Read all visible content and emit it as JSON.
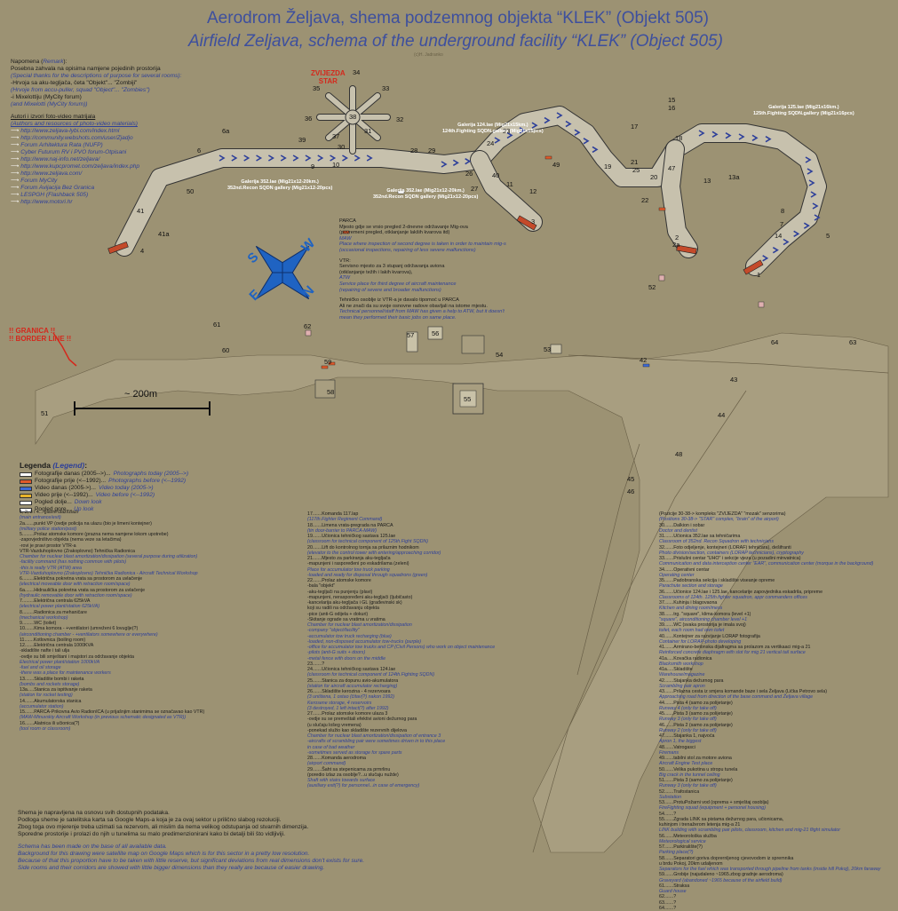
{
  "title": {
    "hr": "Aerodrom Željava, shema podzemnog objekta “KLEK” (Objekt 505)",
    "en": "Airfield Zeljava, schema of the underground facility “KLEK” (Object 505)",
    "author": "(c)H. Jadranko"
  },
  "remark": {
    "head_hr": "Napomena",
    "head_en": "Remark",
    "lines": [
      "Posebna zahvala na opisima namjene pojedinih prostorija",
      "(Special thanks for the descriptions of purpose for several rooms):",
      "-Hrvoja sa aku-tegljača, četa \"Objekt\"... \"Zombiji\"",
      "(Hrvoje from accu-puller, squad \"Object\"... \"Zombies\")",
      "-i Mixelottiju (MyCity forum)",
      "(and Mixelotti (MyCity forum))"
    ]
  },
  "authors": {
    "head": "Autori i izvori foto-video matrijala",
    "head_en": "(Authors and resources of photo-video materials)",
    "items": [
      "http://www.zeljava-lybi.com/index.html",
      "http://community.webshots.com/user/Zjadjo",
      "Forum Arhitektura Rata (NUFP)",
      "Cyber Futurum RV i PVO forum-Otpisani",
      "http://www.naj-info.net/zeljava/",
      "http://www.kupcpromet.com/zeljava/index.php",
      "http://www.zeljava.com/",
      "Forum MyCity",
      "Forum Avijacija Bez Granica",
      "LESPGH (Flashback 505)",
      "http://www.motori.hr"
    ]
  },
  "map": {
    "star": [
      "ZVIJEZDA",
      "STAR"
    ],
    "border": [
      "!! GRANICA !!",
      "!! BORDER LINE !!"
    ],
    "scale": "~ 200m",
    "compass": {
      "n": "N",
      "s": "S",
      "e": "E",
      "w": "W"
    },
    "gallery_124": [
      "Galerija 124.lae (Mig21x15km.)",
      "124th.Fighting SQDN.gallery (Mig21x15pcs)"
    ],
    "gallery_125": [
      "Galerija 125.lae (Mig21x16km.)",
      "125th.Fighting SQDN.gallery (Mig21x16pcs)"
    ],
    "gallery_352a": [
      "Galerija 352.lae (Mig21x12-20km.)",
      "352nd.Recon SQDN gallery (Mig21x12-20pcs)"
    ],
    "gallery_352b": [
      "Galerija 352.lae (Mig21x12-20km.)",
      "352nd.Recon SQDN gallery (Mig21x12-20pcs)"
    ],
    "numbers": [
      "1",
      "2",
      "2a",
      "3",
      "4",
      "5",
      "6",
      "6a",
      "7",
      "8",
      "9",
      "10",
      "11",
      "12",
      "13",
      "13a",
      "14",
      "15",
      "16",
      "17",
      "18",
      "19",
      "20",
      "21",
      "22",
      "23",
      "24",
      "25",
      "26",
      "27",
      "28",
      "29",
      "30",
      "31",
      "32",
      "33",
      "34",
      "35",
      "36",
      "37",
      "38",
      "39",
      "40",
      "41",
      "41a",
      "42",
      "43",
      "44",
      "45",
      "46",
      "47",
      "48",
      "49",
      "50",
      "51",
      "52",
      "53",
      "54",
      "55",
      "56",
      "57",
      "58",
      "59",
      "60",
      "61",
      "62",
      "63",
      "64"
    ]
  },
  "parca": {
    "lines_hr": [
      "PARCA",
      "Mjesto gdje se vrsio pregled 2-dnevne održavanje Mig-ova",
      "(povremeni pregled, otklanjanje lakših kvarova itd)"
    ],
    "lines_en": [
      "MAW",
      "Place where inspection of second degree is taken in order to maintain mig-s",
      "(occasional inspections, repairing of less severe malfunctions)"
    ],
    "vtr_hr": [
      "VTR:",
      "Servisno mjesto za 3 stupanj održavanja aviona",
      "(otklanjanje težih i lakih kvarova),"
    ],
    "vtr_en": [
      "ATW",
      "Service place for third degree of aircraft maintenance",
      "(repairing of severe and broader malfunctions)"
    ],
    "tech_hr": [
      "Tehničko osoblje iz VTR-a je davalo tipomoć u PARCA",
      "Ali ne znači da su svoje osnovne radove obavljali na istome mjestu."
    ],
    "tech_en": [
      "Technical personnel/staff from MAW has given a help to ATW, but it doesn't",
      "mean they performed their basic jobs on same place."
    ]
  },
  "legend": {
    "head": "Legenda",
    "head_en": "(Legend)",
    "items": [
      {
        "hr": "Fotografije danas (2005-->)",
        "en": "Photographs today (2005-->)",
        "color": "#ffffff"
      },
      {
        "hr": "Fotografije prije (<--1992)",
        "en": "Photographs before (<--1992)",
        "color": "#e05a2a"
      },
      {
        "hr": "Video danas (2005->)",
        "en": "Video today (2005->)",
        "color": "#3d6ad6"
      },
      {
        "hr": "Video prije (<--1992)",
        "en": "Video before (<--1992)",
        "color": "#e8b42a"
      },
      {
        "hr": "Pogled dolje",
        "en": "Down look",
        "color": "#ffffff"
      },
      {
        "hr": "Pogled gore",
        "en": "Up look",
        "color": "#ffffff"
      }
    ]
  },
  "col1": [
    {
      "t": "1, 2, 3 i 4... glavni ulaz/izlazi",
      "e": "(main entrance/exit)"
    },
    {
      "t": "2a.......punkt VP (ovdje policija na ulazu (bio je limeni kontejner)",
      "e": "(military police station/post)"
    },
    {
      "t": "5.........Prolaz atomske komore (prazna nema namjene lokom upotrebe)",
      "e": ""
    },
    {
      "t": "-zapovjedništvo objekta (nema veze sa letačima)",
      "e": ""
    },
    {
      "t": "-rovi je pravi prostor VTR-a",
      "e": ""
    },
    {
      "t": "VTR-Vazduhoplovno (Zrakoplovno) Tehnička Radionica",
      "e": "Chamber for nuclear blast amortization/dissipation (several purpose during utilization)"
    },
    {
      "t": "",
      "e": "-facility command (has nothing common with pilots)"
    },
    {
      "t": "",
      "e": "-this is really VTR (ATW) area"
    },
    {
      "t": "",
      "e": "VTR-Vazduhoplovno (Zrakoplovno) Tehnička Radionica - Aircraft Technical Workshop"
    },
    {
      "t": "6.........Električna pokretna vrata sa prostorom za uvlačenje",
      "e": "(electrical moveable door with retraction room/space)"
    },
    {
      "t": "6a.......Hidraulička pokretna vrata sa prostorom za uvlačenje",
      "e": "(hydraulic removable door with retraction room/space)"
    },
    {
      "t": "7.........Električna centrala 625kVA",
      "e": "(electrical power plant/station 625kVA)"
    },
    {
      "t": "8.........Radionica za mehaničare",
      "e": "(mechanical workshop)"
    },
    {
      "t": "9.........WC (toilet)",
      "e": ""
    },
    {
      "t": "10.......Kima komora - +ventilatori (umreženi 6 lovuglje(?)",
      "e": "(airconditioning chamber - +ventilators somewhere or everywhere)"
    },
    {
      "t": "11.......Kotlovnica (boiling room)",
      "e": ""
    },
    {
      "t": "12.......Električna centrala 1000KVA",
      "e": ""
    },
    {
      "t": "-skladište nafte i tali ulja",
      "e": ""
    },
    {
      "t": "-ovdje su bili smještani i majstori za održavanje objekta",
      "e": "Electrical power plant/station 1000kVA"
    },
    {
      "t": "",
      "e": "-fuel and oil storage"
    },
    {
      "t": "",
      "e": "-there was a place for maintenance workers"
    },
    {
      "t": "13.......Skladište bombi i raketa",
      "e": "(bombs and rockets storage)"
    },
    {
      "t": "13a.....Stanica za ispitivanje raketa",
      "e": "(station for rocket testing)"
    },
    {
      "t": "14.......Akumulatorska stanica",
      "e": "(accumulator station)"
    },
    {
      "t": "15.......PARCA-Prikovna Avio RadionICA (u prijašnjim stanimima se označavao kao VTR)",
      "e": "(MAW-Minuvskiy Aircraft Workshop (in previous schematic designated as VTR))"
    },
    {
      "t": "16.......Alatnica ili učionica(?)",
      "e": "(tool room or classroom)"
    }
  ],
  "col2": [
    {
      "t": "17.......Komanda 117.lap",
      "e": "(117th.Fighter Regiment Command)"
    },
    {
      "t": "18.......Limena vrata-pregrada na PARCA",
      "e": "(tin door-barrier to PARCA-MAW)"
    },
    {
      "t": "19.......Učionica tehničkog sastava 125.lae",
      "e": "(classroom for technical component of 125th.Fight SQDN)"
    },
    {
      "t": "20.......Lift do kontrolnog tornja sa prilaznim hodnikom",
      "e": "(elevator to the control tower with entering/approaching corridor)"
    },
    {
      "t": "21.......Mjesto za parkiranja aku-tegljača",
      "e": ""
    },
    {
      "t": "-mapunjeni i raspoređeni po eskadrilama (zeleni)",
      "e": ""
    },
    {
      "t": "",
      "e": "Place for accumulator tow truck parking"
    },
    {
      "t": "",
      "e": "-loaded and ready for disposal through squadrons (green)"
    },
    {
      "t": "22.......Prolaz atomske komore",
      "e": ""
    },
    {
      "t": "-bala \"objekt\"",
      "e": ""
    },
    {
      "t": "-aku-tegljači na punjenju (plavi)",
      "e": ""
    },
    {
      "t": "-mapunjeni, neraspoređeni aku-tegljači (ljubičasto)",
      "e": ""
    },
    {
      "t": "-kancelarija aku-tegljača i GL (građevinski sk)",
      "e": ""
    },
    {
      "t": "koji su radili na održavanju objekta",
      "e": ""
    },
    {
      "t": "-pice (anti-G odijela + dokuri)",
      "e": ""
    },
    {
      "t": "-Skitanje ograde sa vratima u vratima",
      "e": "Chamber for nuclear blast amortization/dissipation"
    },
    {
      "t": "",
      "e": "-company \"object/facility\""
    },
    {
      "t": "",
      "e": "-accumulator tow truck recharging (blue)"
    },
    {
      "t": "",
      "e": "-loaded, non-disposed accumulator tow-trucks (purple)"
    },
    {
      "t": "",
      "e": "-office for accumulator tow trucks and CP (Civil Persons) who work on object maintenance"
    },
    {
      "t": "",
      "e": "-pilots (anti-G suits + doors)"
    },
    {
      "t": "",
      "e": "-metal fence with doors on the middle"
    },
    {
      "t": "23.......?",
      "e": ""
    },
    {
      "t": "24.......Učionica tehničkog sastava 124.lae",
      "e": "(classroom for technical component of 124th.Fighting SQDN)"
    },
    {
      "t": "25.......Stanica za dopunu avio-akumulatora",
      "e": "(station for aircraft accumulator recharging)"
    },
    {
      "t": "26.......Skladište kerozina - 4 rezervoara",
      "e": "(3 uništena, 1 ostao (čitav(?) nakon 1992)"
    },
    {
      "t": "",
      "e": "Kerosene storage, 4 reservoirs"
    },
    {
      "t": "",
      "e": "(3 destroyed, 1 left intact(?) after 1992)"
    },
    {
      "t": "27.......Prolaz atomske komore ulaza 3",
      "e": ""
    },
    {
      "t": "-ovdje su se premeštali efektivi avioni dežurnog para",
      "e": ""
    },
    {
      "t": "(u slučaju lošeg vremena)",
      "e": ""
    },
    {
      "t": "-ponekad služio kao skladište rezervnih dijelova",
      "e": "Chamber for nuclear blast amortization/dissipation of entrance 3"
    },
    {
      "t": "",
      "e": "-aircrafts of scrambling pair were sometimes driven in to this place"
    },
    {
      "t": "",
      "e": "in case of bad weather"
    },
    {
      "t": "",
      "e": "-sometimes served as storage for spare parts"
    },
    {
      "t": "28.......Komanda aerodroma",
      "e": "(airport command)"
    },
    {
      "t": "29.......Šaht sa stepenicama za prmrlinu",
      "e": ""
    },
    {
      "t": "(poredio izlaz za osoblje?...u slučaju nužde)",
      "e": "Shaft with stairs towards surface"
    },
    {
      "t": "",
      "e": "(auxiliary exit(?) for personnel...in case of emergency)"
    }
  ],
  "col3": [
    {
      "t": "(Pozicije 30-38-> kompleks \"ZVIJEZDA\" \"mozak\" senzorima)",
      "e": "(Positions 30-38-> \"STAR\" complex, \"brain\" of the airport)"
    },
    {
      "t": "30.......Dalkion i sobar",
      "e": "Doctor and dentist"
    },
    {
      "t": "31.......Učionica 352.lae sa tehničarima",
      "e": "Classroom of 352nd. Recon Squadron with technicians"
    },
    {
      "t": "32.......Foto odjeljenje, kontejneri (LORAF) tehničara), dešifranti",
      "e": "Photo division/section, containers (LORAP technicians), cryptography"
    },
    {
      "t": "33.......Prislušni centar \"UHO\" i sekcije vjeza (u pozadini minvatnica)",
      "e": "Communication and data interception center \"EAR\", communication center (morque in the background)"
    },
    {
      "t": "34.......Operativni centar",
      "e": "Operating center"
    },
    {
      "t": "35.......Padobranska sekcija i skladište viseanje opreme",
      "e": "Parachute section and storage"
    },
    {
      "t": "36.......Učionice 124.lae i 125.lae, kancelarije zapovjednika eskadrila, pripreme",
      "e": "Classrooms of 124th. 125th.fighter squadron, appr commanders offices"
    },
    {
      "t": "37.......Kuhinja i blagovaona",
      "e": "Kitchen and dining room/mess"
    },
    {
      "t": "38.......trg. \"square\", klima-komora (level +1)",
      "e": "\"square\", airconditioning chamber level +1"
    },
    {
      "t": "39.......WC (svaka prostorija je imala svoj)",
      "e": "toilet, each room had own toilet"
    },
    {
      "t": "40.......Kontejner za razvijanje LORAP fotografija",
      "e": "Container for LORAP-photo developing"
    },
    {
      "t": "41.......Armirano-betonska dijafragma sa prolazom za vertikaaci mig-a 21",
      "e": "Reinforced concrete diaphragm with slot for mig 21 vertical tail surface"
    },
    {
      "t": "41a.....Kovačka radionica",
      "e": "Blacksmith workshop"
    },
    {
      "t": "41a.....Skladište",
      "e": "Warehouse/magazine"
    },
    {
      "t": "42.......Stajanka dežurnog para",
      "e": "Scrambling pair apron"
    },
    {
      "t": "43.......Prilazna cesta iz smjera komande baze i sela Željava (Lička Petrovo sela)",
      "e": "Approaching road from direction of the base command and Željava village"
    },
    {
      "t": "44.......Pista 4 (samo za polijetanje)",
      "e": "Runway 4 (only for take off)"
    },
    {
      "t": "45.......Pista 3 (samo za polijetanje)",
      "e": "Runway 3 (only for take off)"
    },
    {
      "t": "46.......Pista 2 (samo za polijetanje)",
      "e": "Runway 2 (only for take off)"
    },
    {
      "t": "47.......Stajanka 1, najvoća",
      "e": "Apron 1, the biggest"
    },
    {
      "t": "48.......Vatrogasci",
      "e": "Firemans"
    },
    {
      "t": "49.......tabilni stol za motore aviona",
      "e": "Aircraft Engine Test place"
    },
    {
      "t": "50.......Velika pukotina u stropu tunela",
      "e": "Big crack in the tunnel ceiling"
    },
    {
      "t": "51.......Pista 3 (samo za polijetanje)",
      "e": "Runway 3 (only for take off)"
    },
    {
      "t": "52.......Trafostanica",
      "e": "Substation"
    },
    {
      "t": "53.......ProtuPožarni vod (oprema + smještaj osoblja)",
      "e": "FireFighting squad (equipment + personel housing)"
    },
    {
      "t": "54.......?",
      "e": ""
    },
    {
      "t": "55.......Zgrada LINK sa pistama dežurnog para, učionicama,",
      "e": ""
    },
    {
      "t": "kuhinjom i trenažerom letenja mig-a 21",
      "e": "LINK building with scrambling pair pilots, classroom, kitchen and mig-21 flight simulator"
    },
    {
      "t": "56.......Meteorološka služba",
      "e": "Meteorological service"
    },
    {
      "t": "57.......Parkiralište(?)",
      "e": "Parking place(?)"
    },
    {
      "t": "58.......Separatori goriva doprernljenog cjevovodom iz spremnika",
      "e": ""
    },
    {
      "t": "u brdu Pokoj, 20km udaljenom",
      "e": "Separators for the fuel which was transported through pipeline from tanks (inside hill Pokoj), 20km faraway"
    },
    {
      "t": "59.......Grobije (najudaleno ~1965.zbog gradnje aerodroma)",
      "e": "Graveyard (abandoned ~1965 because of the airfield build)"
    },
    {
      "t": "61.......Straksa",
      "e": "Guard house"
    },
    {
      "t": "62.......?",
      "e": ""
    },
    {
      "t": "63.......?",
      "e": ""
    },
    {
      "t": "64.......?",
      "e": ""
    }
  ],
  "footer": {
    "hr": [
      "Shema je napravljena na osnovu svih dostupnih podataka.",
      "Podloga sheme je satelitska karta sa Google Maps-a koja je za ovaj sektor u prilično slabog rezoluciji.",
      "Zbog toga ovo mjerenje treba uzimati sa rezervom, ali mislim da nema velikog odstupanja od stvarnih dimenzija.",
      "Sporedne prostorije i prolazi do njih u tunelima su malo predimenzionirani kako bi detalji bili što vidljiviji."
    ],
    "en": [
      "Schema has been made on the base of all available data.",
      "Background for this drawing were satellite map on Google Maps which is for this sector in a pretty low resolution.",
      "Because of that this proportion have to be taken with little reserve, but significant deviations from real dimensions don't exists for sure.",
      "Side rooms and their corridors are showed with little bigger dimensions than they really are because of easier drawing."
    ]
  }
}
